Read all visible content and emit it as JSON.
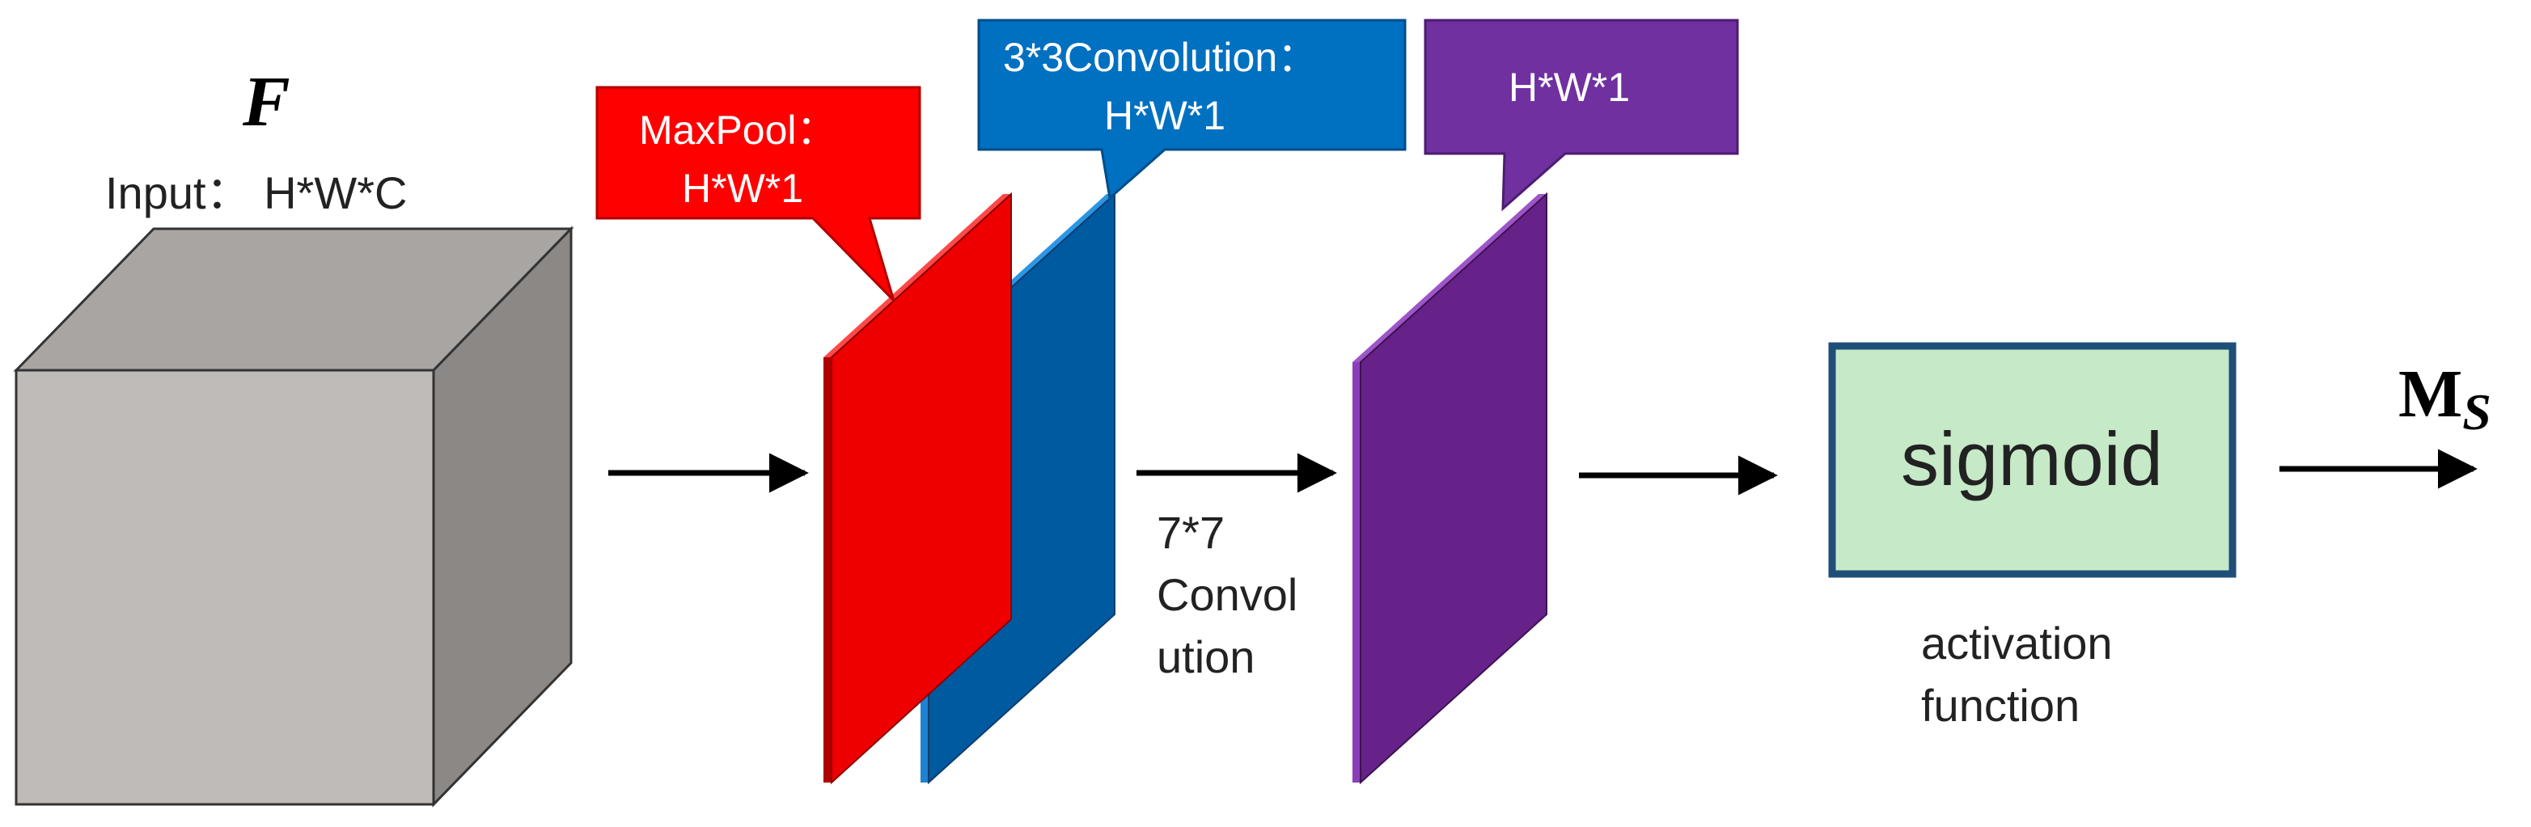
{
  "input": {
    "symbol": "F",
    "label": "Input： H*W*C"
  },
  "maxpool": {
    "callout_line1": "MaxPool：",
    "callout_line2": "H*W*1"
  },
  "conv3": {
    "callout_line1": "3*3Convolution：",
    "callout_line2": "H*W*1"
  },
  "conv7": {
    "callout": "H*W*1",
    "arrow_label": [
      "7*7",
      "Convol",
      "ution"
    ]
  },
  "sigmoid": {
    "box_label": "sigmoid",
    "caption": [
      "activation",
      "function"
    ]
  },
  "output": {
    "symbol_main": "M",
    "symbol_sub": "S"
  },
  "colors": {
    "cube_front": "#bfbbb9",
    "cube_top": "#a9a5a3",
    "cube_side": "#8c8886",
    "maxpool_front": "#ee0000",
    "maxpool_side": "#b00000",
    "maxpool_top": "#ff4848",
    "conv3_front": "#005aa0",
    "conv3_side": "#1e82d2",
    "conv3_top": "#2a96e4",
    "conv7_front": "#662288",
    "conv7_side": "#8a3fb8",
    "conv7_top": "#9d55c8",
    "callout_red": "#ff0000",
    "callout_blue": "#0070c0",
    "callout_purple": "#7030a0",
    "sigmoid_fill": "#c6e9c8",
    "sigmoid_border": "#1f4e79"
  }
}
